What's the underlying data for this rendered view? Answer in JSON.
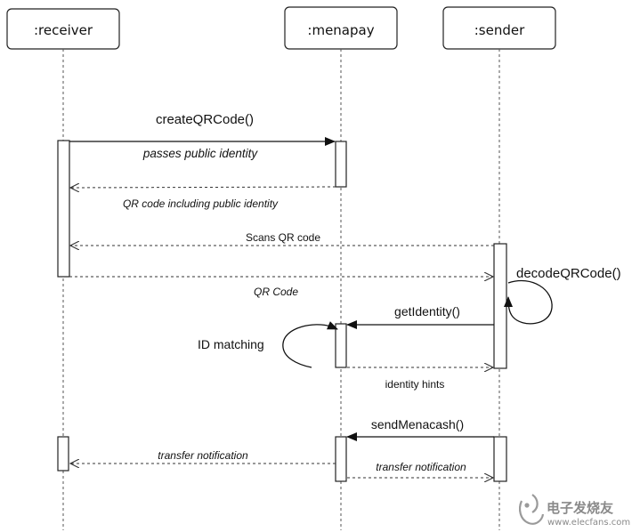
{
  "actors": {
    "receiver": ":receiver",
    "menapay": ":menapay",
    "sender": ":sender"
  },
  "messages": {
    "create_qr": "createQRCode()",
    "passes_identity": "passes public identity",
    "qr_including_identity": "QR code including public identity",
    "scans_qr": "Scans QR code",
    "decode_qr": "decodeQRCode()",
    "qr_code": "QR Code",
    "get_identity": "getIdentity()",
    "id_matching": "ID matching",
    "identity_hints": "identity hints",
    "send_menacash": "sendMenacash()",
    "transfer_notification_receiver": "transfer notification",
    "transfer_notification_sender": "transfer notification"
  },
  "watermark": {
    "cn": "电子发烧友",
    "url": "www.elecfans.com"
  }
}
